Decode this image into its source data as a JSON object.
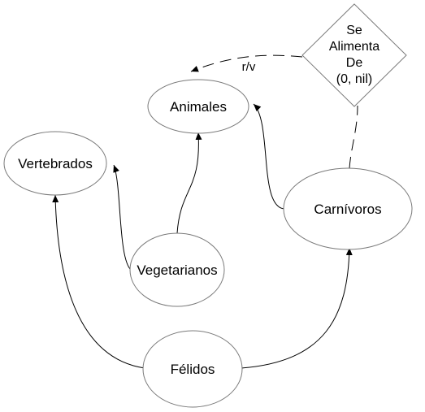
{
  "diagram": {
    "nodes": {
      "animales": "Animales",
      "vertebrados": "Vertebrados",
      "carnivoros": "Carnívoros",
      "vegetarianos": "Vegetarianos",
      "felidos": "Félidos"
    },
    "relation": {
      "line1": "Se",
      "line2": "Alimenta",
      "line3": "De",
      "line4": "(0, nil)"
    },
    "edge_label": "r/v"
  }
}
